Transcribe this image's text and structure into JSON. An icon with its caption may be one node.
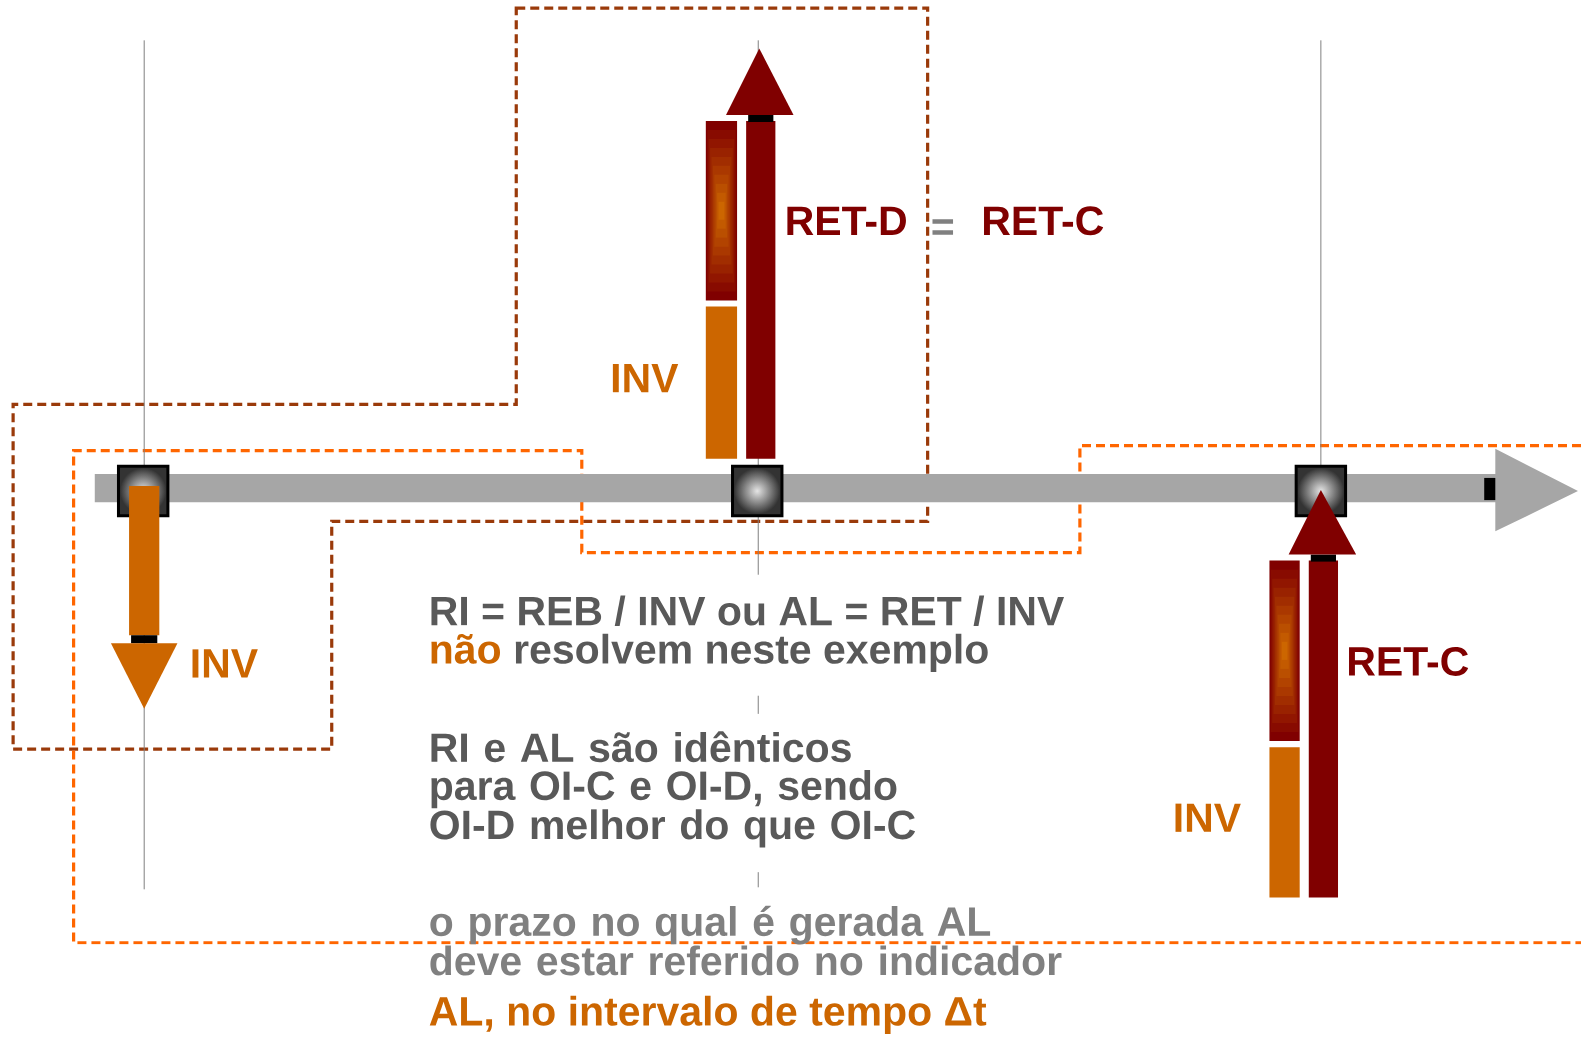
{
  "diagram": {
    "labels": [
      "RET-D",
      "=",
      "RET-C",
      "INV",
      "INV",
      "RI = REB / INV ou AL = RET / INV",
      "não",
      "resolvem neste exemplo",
      "RET-C",
      "RI e AL são idênticos para OI-C e OI-D, sendo OI-D melhor do que OI-C",
      "INV",
      "o prazo no qual é gerada AL deve estar referido no indicador",
      "AL, no intervalo de tempo Δt"
    ]
  }
}
